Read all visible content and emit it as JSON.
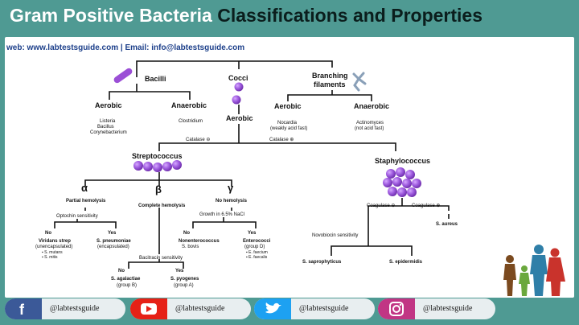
{
  "header": {
    "title_part1": "Gram Positive Bacteria",
    "title_part2": "Classifications and Properties"
  },
  "contact": {
    "text": "web:  www.labtestsguide.com   |  Email: info@labtestsguide.com"
  },
  "tree": {
    "bacilli": "Bacilli",
    "cocci": "Cocci",
    "branching_line1": "Branching",
    "branching_line2": "filaments",
    "bacilli_aerobic": "Aerobic",
    "bacilli_aerobic_list_1": "Listeria",
    "bacilli_aerobic_list_2": "Bacillus",
    "bacilli_aerobic_list_3": "Corynebacterium",
    "bacilli_anaerobic": "Anaerobic",
    "bacilli_anaerobic_list": "Clostridium",
    "cocci_aerobic": "Aerobic",
    "branch_aerobic": "Aerobic",
    "branch_aerobic_line1": "Nocardia",
    "branch_aerobic_line2": "(weakly acid fast)",
    "branch_anaerobic": "Anaerobic",
    "branch_anaerobic_line1": "Actinomyces",
    "branch_anaerobic_line2": "(not acid fast)",
    "catalase_neg": "Catalase ⊖",
    "catalase_pos": "Catalase ⊕",
    "streptococcus": "Streptococcus",
    "staphylococcus": "Staphylococcus",
    "alpha": "α",
    "beta": "β",
    "gamma": "γ",
    "alpha_desc": "Partial hemolysis",
    "beta_desc": "Complete hemolysis",
    "gamma_desc": "No hemolysis",
    "optochin": "Optochin sensitivity",
    "no": "No",
    "yes": "Yes",
    "viridans_1": "Viridans strep",
    "viridans_2": "(unencapsulated)",
    "viridans_3": "▪ S. mutans",
    "viridans_4": "▪ S. mitis",
    "pneumo_1": "S. pneumoniae",
    "pneumo_2": "(encapsulated)",
    "bacitracin": "Bacitracin sensitivity",
    "agalactiae_1": "S. agalactiae",
    "agalactiae_2": "(group B)",
    "pyogenes_1": "S. pyogenes",
    "pyogenes_2": "(group A)",
    "nacl": "Growth in 6.5% NaCl",
    "nonentero_1": "Nonenterococcus",
    "nonentero_2": "S. bovis",
    "entero_1": "Enterococci",
    "entero_2": "(group D)",
    "entero_3": "▪ E. faecium",
    "entero_4": "▪ E. faecalis",
    "coag_neg": "Coagulase ⊖",
    "coag_pos": "Coagulase ⊕",
    "aureus": "S. aureus",
    "novobiocin": "Novobiocin sensitivity",
    "saprophyticus": "S. saprophyticus",
    "epidermidis": "S. epidermidis"
  },
  "social": [
    {
      "network": "facebook",
      "icon": "facebook-icon",
      "color": "#3b5998",
      "handle": "@labtestsguide"
    },
    {
      "network": "youtube",
      "icon": "youtube-icon",
      "color": "#e62117",
      "handle": "@labtestsguide"
    },
    {
      "network": "twitter",
      "icon": "twitter-icon",
      "color": "#1da1f2",
      "handle": "@labtestsguide"
    },
    {
      "network": "instagram",
      "icon": "instagram-icon",
      "color": "#c13584",
      "handle": "@labtestsguide"
    }
  ],
  "colors": {
    "teal": "#4f9a93",
    "purple": "#9b4fd6",
    "title_dark": "#0b1e1d",
    "link_blue": "#1c3f8a"
  }
}
